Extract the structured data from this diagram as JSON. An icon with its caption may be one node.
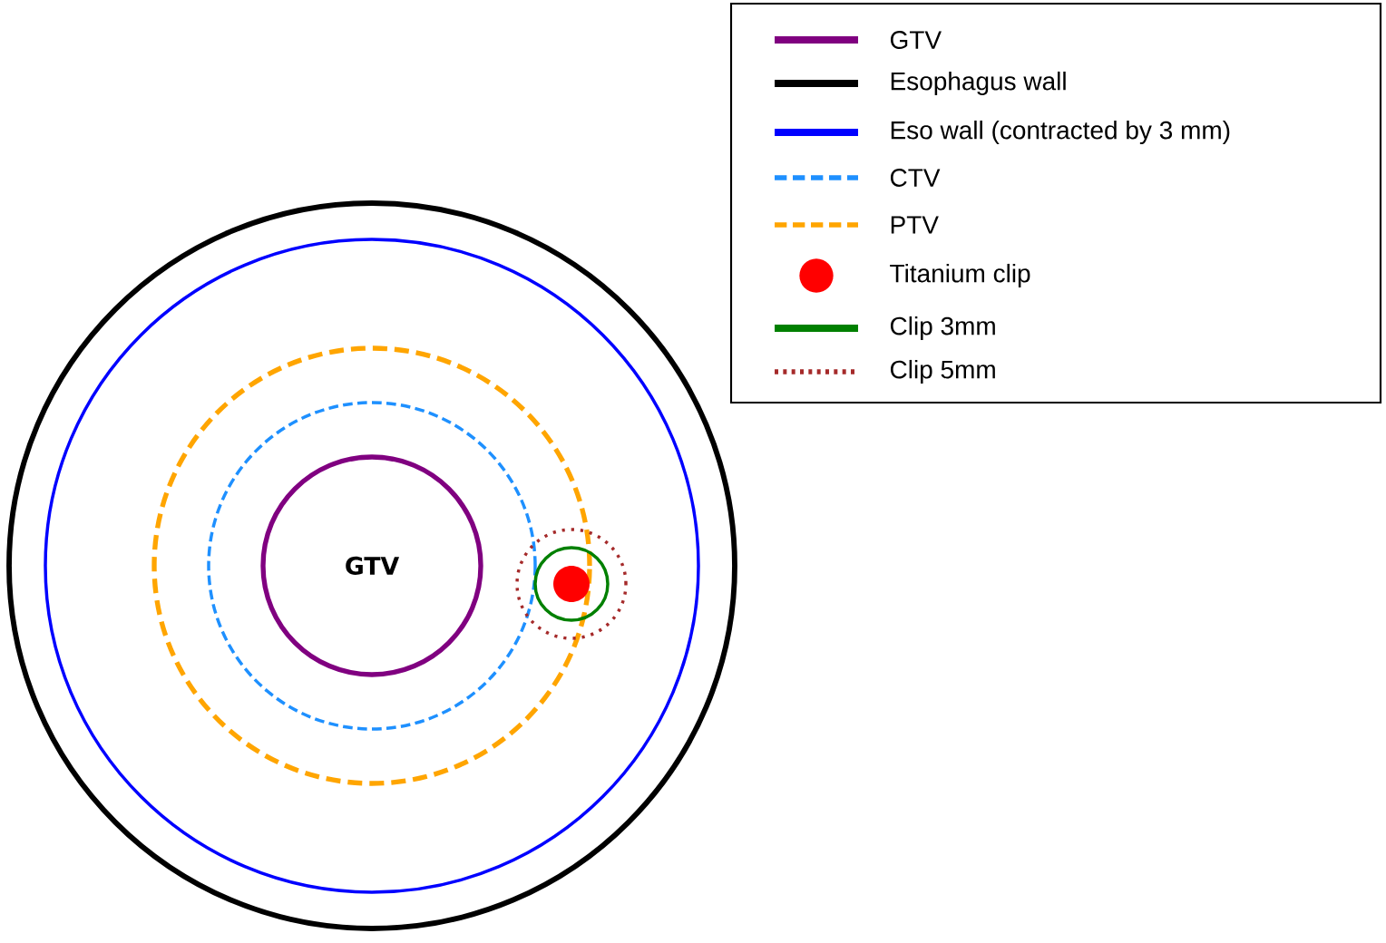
{
  "diagram": {
    "nodes": [
      {
        "text": [
          "GTV"
        ]
      }
    ],
    "legend": [
      {
        "text": "GTV"
      },
      {
        "text": "Esophagus wall"
      },
      {
        "text": "Eso wall (contracted by 3 mm)"
      },
      {
        "text": "CTV"
      },
      {
        "text": "PTV"
      },
      {
        "text": "Titanium clip"
      },
      {
        "text": "Clip 3mm"
      },
      {
        "text": "Clip 5mm"
      }
    ]
  }
}
